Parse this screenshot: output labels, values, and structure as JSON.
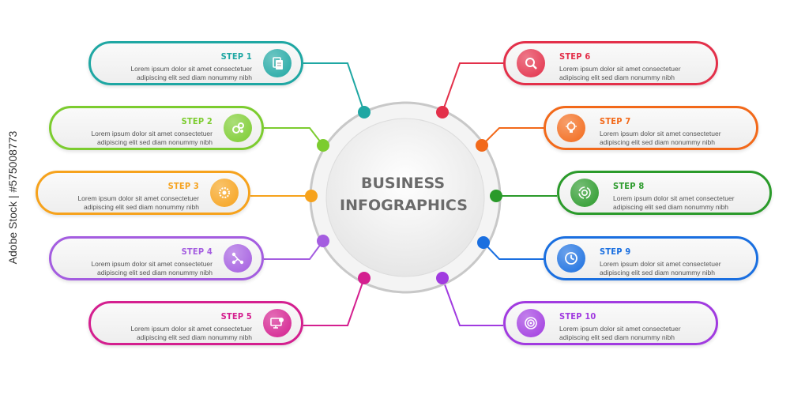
{
  "center": {
    "line1": "BUSINESS",
    "line2": "INFOGRAPHICS"
  },
  "watermark": "Adobe Stock | #575008773",
  "steps": [
    {
      "title": "STEP 1",
      "line1": "Lorem ipsum dolor sit amet consectetuer",
      "line2": "adipiscing elit sed diam nonummy nibh",
      "color": "#1fa7a3",
      "icon": "document-icon"
    },
    {
      "title": "STEP 2",
      "line1": "Lorem ipsum dolor sit amet consectetuer",
      "line2": "adipiscing elit sed diam nonummy nibh",
      "color": "#7ccc2f",
      "icon": "gears-icon"
    },
    {
      "title": "STEP 3",
      "line1": "Lorem ipsum dolor sit amet consectetuer",
      "line2": "adipiscing elit sed diam nonummy nibh",
      "color": "#f6a21c",
      "icon": "gear-icon"
    },
    {
      "title": "STEP 4",
      "line1": "Lorem ipsum dolor sit amet consectetuer",
      "line2": "adipiscing elit sed diam nonummy nibh",
      "color": "#a45de0",
      "icon": "network-icon"
    },
    {
      "title": "STEP 5",
      "line1": "Lorem ipsum dolor sit amet consectetuer",
      "line2": "adipiscing elit sed diam nonummy nibh",
      "color": "#d41f8f",
      "icon": "computer-settings-icon"
    },
    {
      "title": "STEP 6",
      "line1": "Lorem ipsum dolor sit amet consectetuer",
      "line2": "adipiscing elit sed diam nonummy nibh",
      "color": "#e3304a",
      "icon": "magnifier-icon"
    },
    {
      "title": "STEP 7",
      "line1": "Lorem ipsum dolor sit amet consectetuer",
      "line2": "adipiscing elit sed diam nonummy nibh",
      "color": "#f2691a",
      "icon": "lightbulb-icon"
    },
    {
      "title": "STEP 8",
      "line1": "Lorem ipsum dolor sit amet consectetuer",
      "line2": "adipiscing elit sed diam nonummy nibh",
      "color": "#2a9a2a",
      "icon": "gear-cycle-icon"
    },
    {
      "title": "STEP 9",
      "line1": "Lorem ipsum dolor sit amet consectetuer",
      "line2": "adipiscing elit sed diam nonummy nibh",
      "color": "#1a6fe0",
      "icon": "clock-icon"
    },
    {
      "title": "STEP 10",
      "line1": "Lorem ipsum dolor sit amet consectetuer",
      "line2": "adipiscing elit sed diam nonummy nibh",
      "color": "#a13be0",
      "icon": "target-icon"
    }
  ]
}
